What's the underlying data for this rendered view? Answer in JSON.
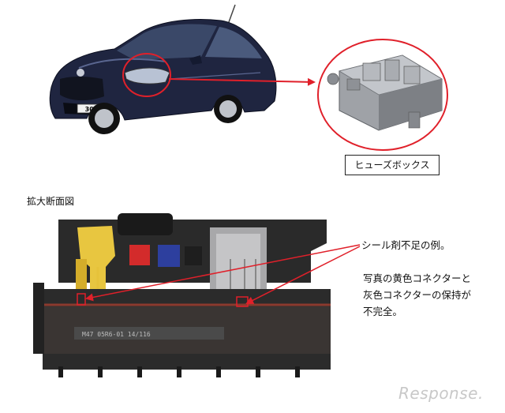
{
  "car": {
    "badge_text": "308"
  },
  "fusebox": {
    "label": "ヒューズボックス"
  },
  "section": {
    "title": "拡大断面図"
  },
  "notes": {
    "note_1": "シール剤不足の例。",
    "note_2_lines": [
      "写真の黄色コネクターと",
      "灰色コネクターの保持が",
      "不完全。"
    ]
  },
  "pcb_marking": "M47 05R6-01 14/116",
  "watermark": "Response.",
  "colors": {
    "highlight_red": "#e0202a",
    "car_body": "#1f2540",
    "connector_yellow": "#e8c640",
    "fuse_red": "#d32b2b",
    "fuse_blue": "#2d3f9e"
  }
}
